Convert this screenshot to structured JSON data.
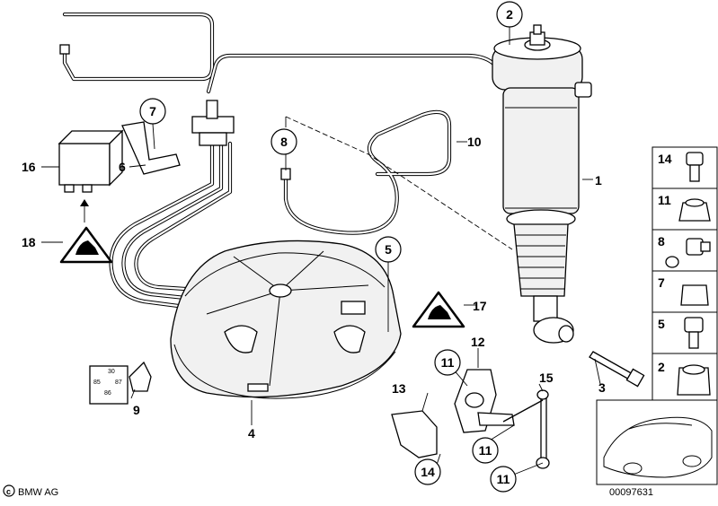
{
  "diagram": {
    "callouts": [
      {
        "id": "c2",
        "label": "2"
      },
      {
        "id": "c7",
        "label": "7"
      },
      {
        "id": "c8",
        "label": "8"
      },
      {
        "id": "c5",
        "label": "5"
      },
      {
        "id": "c11a",
        "label": "11"
      },
      {
        "id": "c11b",
        "label": "11"
      },
      {
        "id": "c11c",
        "label": "11"
      },
      {
        "id": "c14",
        "label": "14"
      }
    ],
    "labels": [
      {
        "id": "l1",
        "label": "1"
      },
      {
        "id": "l3",
        "label": "3"
      },
      {
        "id": "l4",
        "label": "4"
      },
      {
        "id": "l6",
        "label": "6"
      },
      {
        "id": "l9",
        "label": "9"
      },
      {
        "id": "l10",
        "label": "10"
      },
      {
        "id": "l12",
        "label": "12"
      },
      {
        "id": "l13",
        "label": "13"
      },
      {
        "id": "l15",
        "label": "15"
      },
      {
        "id": "l16",
        "label": "16"
      },
      {
        "id": "l17",
        "label": "17"
      },
      {
        "id": "l18",
        "label": "18"
      }
    ],
    "relay_pins": [
      "30",
      "85",
      "87",
      "86"
    ],
    "fastener_panel": [
      "14",
      "11",
      "8",
      "7",
      "5",
      "2"
    ],
    "brand": "BMW AG",
    "diagram_id": "00097631"
  }
}
